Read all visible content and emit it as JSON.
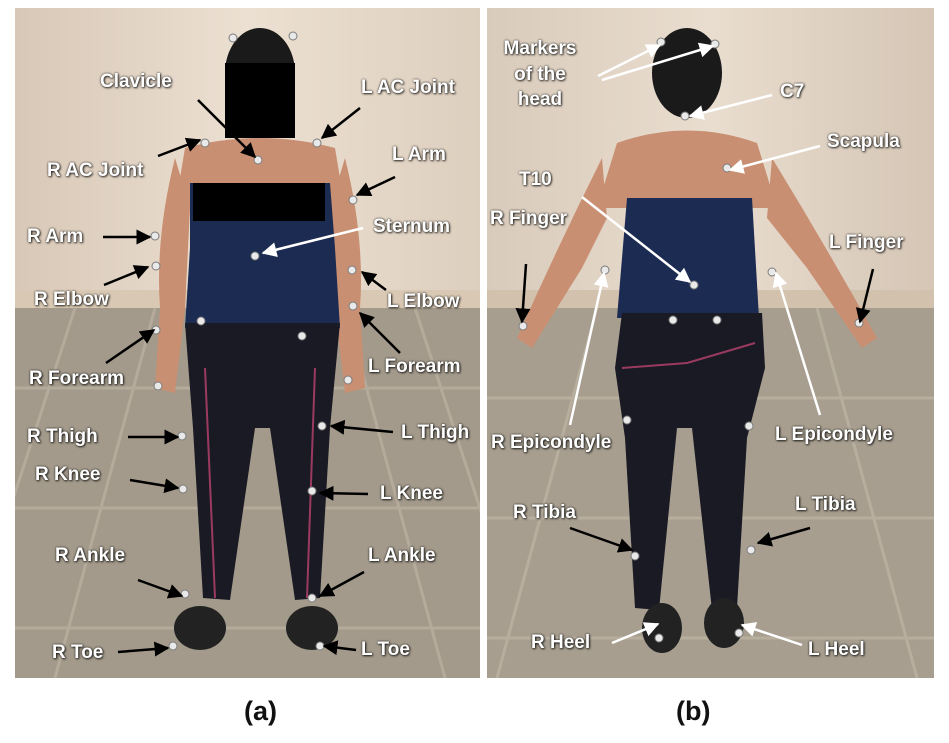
{
  "panel_a": {
    "caption": "(a)",
    "labels": {
      "clavicle": "Clavicle",
      "l_ac_joint": "L AC Joint",
      "r_ac_joint": "R AC Joint",
      "l_arm": "L Arm",
      "sternum": "Sternum",
      "r_arm": "R Arm",
      "r_elbow": "R Elbow",
      "l_elbow": "L Elbow",
      "r_forearm": "R Forearm",
      "l_forearm": "L Forearm",
      "r_thigh": "R Thigh",
      "l_thigh": "L Thigh",
      "r_knee": "R Knee",
      "l_knee": "L Knee",
      "r_ankle": "R Ankle",
      "l_ankle": "L Ankle",
      "r_toe": "R Toe",
      "l_toe": "L Toe"
    }
  },
  "panel_b": {
    "caption": "(b)",
    "labels": {
      "markers_head": "Markers\nof the\nhead",
      "c7": "C7",
      "scapula": "Scapula",
      "t10": "T10",
      "r_finger": "R Finger",
      "l_finger": "L Finger",
      "r_epicondyle": "R Epicondyle",
      "l_epicondyle": "L Epicondyle",
      "r_tibia": "R Tibia",
      "l_tibia": "L Tibia",
      "r_heel": "R Heel",
      "l_heel": "L Heel"
    }
  },
  "colors": {
    "wall": "#e4d6c6",
    "floor": "#a49b8c",
    "top": "#1b2b52",
    "leggings": "#1a1a24",
    "skin": "#c98f72",
    "hair": "#1a1a1a",
    "arrow": "#000000",
    "censor": "#000000",
    "marker": "#e9e9e9"
  }
}
